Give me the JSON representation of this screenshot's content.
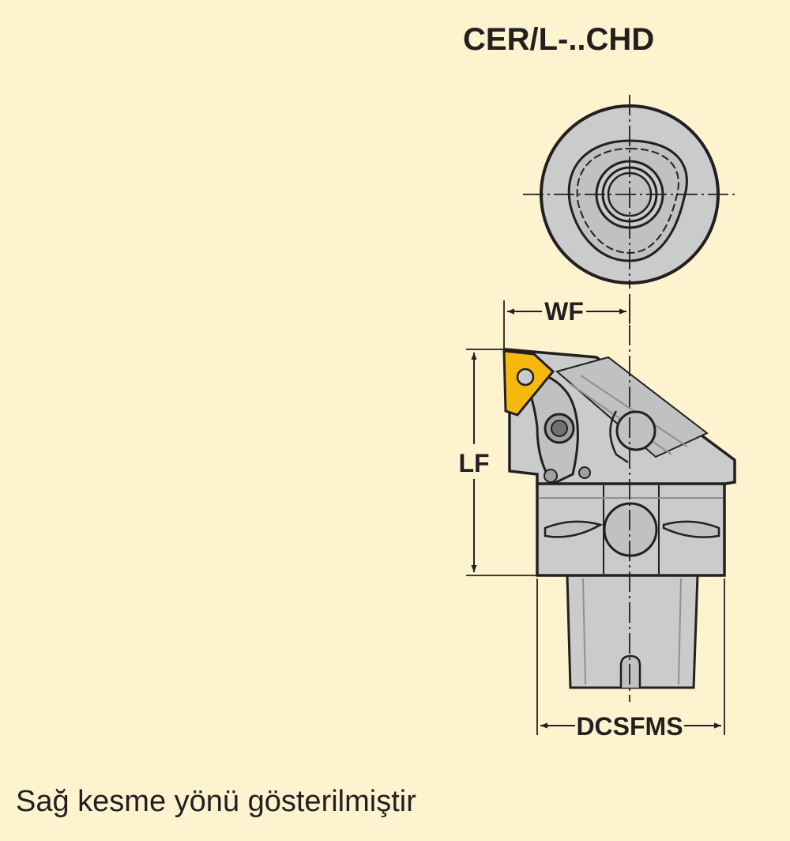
{
  "title": "CER/L-..CHD",
  "dimensions": {
    "wf": "WF",
    "lf": "LF",
    "dcsfms": "DCSFMS"
  },
  "caption": "Sağ kesme yönü gösterilmiştir",
  "colors": {
    "background": "#FDF3CF",
    "body_fill": "#C9CCCB",
    "insert": "#F5B90E",
    "outline": "#231F20"
  }
}
